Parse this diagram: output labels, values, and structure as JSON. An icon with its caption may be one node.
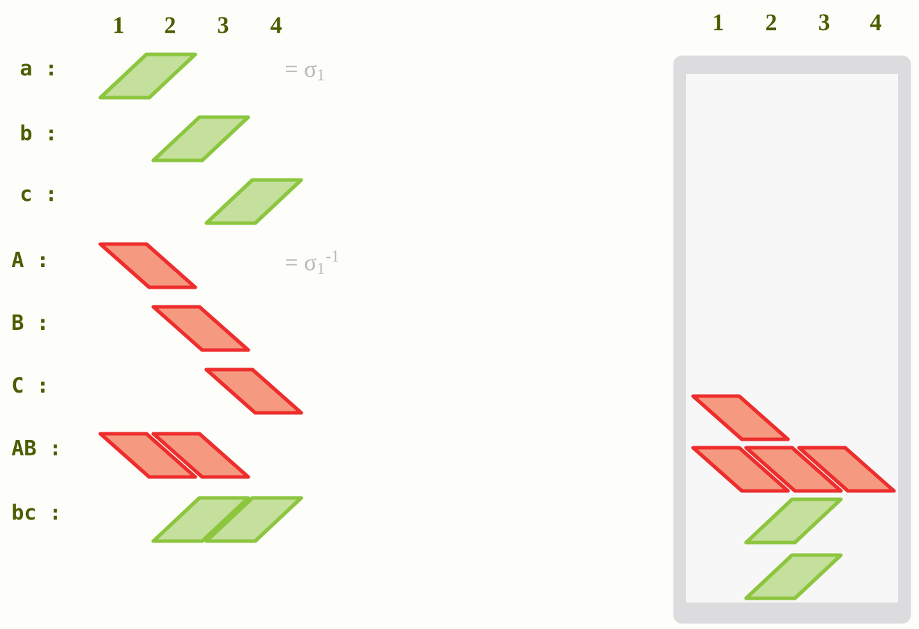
{
  "diagram": {
    "labels": [
      "1",
      "2",
      "3",
      "4",
      "1",
      "2",
      "3",
      "4",
      "a :",
      "= σ$_{1}$",
      "b :",
      "c :",
      "A :",
      "= σ$_{1}$$^{-1}$",
      "B :",
      "C :",
      "AB :",
      "bc :"
    ]
  }
}
